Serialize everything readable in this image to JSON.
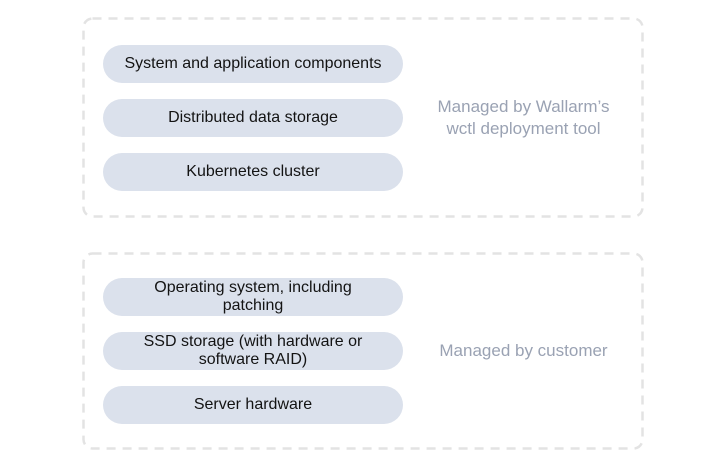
{
  "colors": {
    "page_bg": "#ffffff",
    "pill_bg": "#dbe1ec",
    "pill_text": "#131313",
    "label_text": "#9aa2b3",
    "border_color": "#e3e3e3"
  },
  "sections": [
    {
      "name": "wallarm-managed",
      "pills": [
        {
          "lines": [
            "System and application components"
          ]
        },
        {
          "lines": [
            "Distributed data storage"
          ]
        },
        {
          "lines": [
            "Kubernetes cluster"
          ]
        }
      ],
      "label_lines": [
        "Managed by Wallarm’s",
        "wctl deployment tool"
      ]
    },
    {
      "name": "customer-managed",
      "pills": [
        {
          "lines": [
            "Operating system, including",
            "patching"
          ]
        },
        {
          "lines": [
            "SSD storage (with hardware or",
            "software RAID)"
          ]
        },
        {
          "lines": [
            "Server hardware"
          ]
        }
      ],
      "label_lines": [
        "Managed by customer"
      ]
    }
  ]
}
